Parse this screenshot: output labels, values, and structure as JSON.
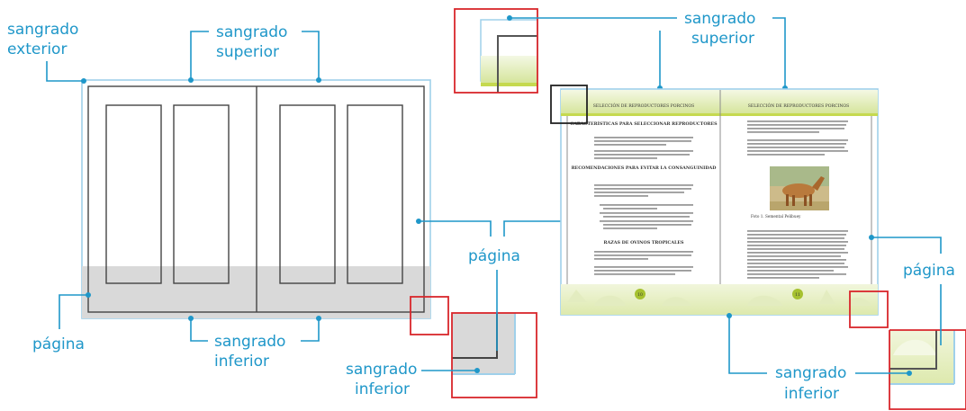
{
  "labels": {
    "sangrado_exterior": [
      "sangrado",
      "exterior"
    ],
    "sangrado_superior_left": [
      "sangrado",
      "superior"
    ],
    "pagina_left": "página",
    "sangrado_inferior_left": [
      "sangrado",
      "inferior"
    ],
    "sangrado_superior_right": [
      "sangrado",
      "superior"
    ],
    "pagina_center": "página",
    "sangrado_inferior_center": [
      "sangrado",
      "inferior"
    ],
    "pagina_right": "página",
    "sangrado_inferior_right": [
      "sangrado",
      "inferior"
    ]
  },
  "book": {
    "running_head_left": "SELECCIÓN DE REPRODUCTORES PORCINOS",
    "running_head_right": "SELECCIÓN DE REPRODUCTORES PORCINOS",
    "left_heading_1": "CARACTERÍSTICAS PARA SELECCIONAR REPRODUCTORES",
    "left_heading_2": "RECOMENDACIONES PARA EVITAR LA CONSANGUINIDAD",
    "left_heading_3": "RAZAS DE OVINOS TROPICALES",
    "photo_caption": "Foto 1.   Semental Pelibuey",
    "page_left": "10",
    "page_right": "11"
  },
  "colors": {
    "accent_blue": "#1f97c9",
    "bleed_fill": "#d9d9d9",
    "frame_red": "#d9262b",
    "page_green": "#c9dd7e"
  }
}
